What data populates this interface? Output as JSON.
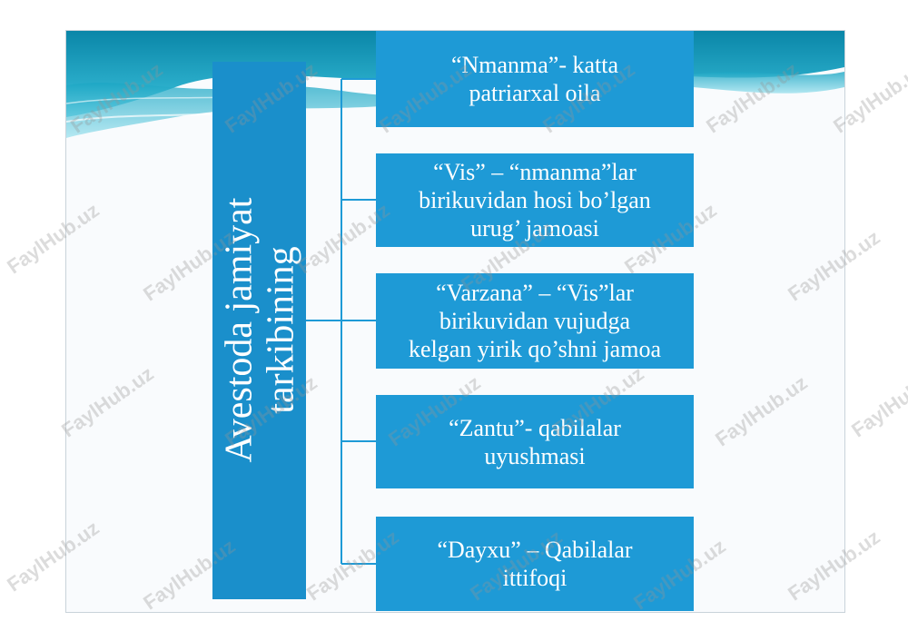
{
  "root": {
    "lines": [
      "Avestoda jamiyat",
      "tarkibining"
    ]
  },
  "items": [
    {
      "lines": [
        "“Nmanma”- katta",
        "patriarxal oila"
      ]
    },
    {
      "lines": [
        "“Vis” – “nmanma”lar",
        "birikuvidan hosi bo’lgan",
        "urug’ jamoasi"
      ]
    },
    {
      "lines": [
        "“Varzana” – “Vis”lar",
        "birikuvidan vujudga",
        "kelgan yirik qo’shni jamoa"
      ]
    },
    {
      "lines": [
        "“Zantu”- qabilalar",
        "uyushmasi"
      ]
    },
    {
      "lines": [
        "“Dayxu” – Qabilalar",
        "ittifoqi"
      ]
    }
  ],
  "watermark": {
    "text": "FaylHub.uz"
  },
  "colors": {
    "root_fill": "#1a8fcb",
    "item_fill": "#1e9ad6",
    "text": "#ffffff",
    "connector": "#1e9ad6"
  }
}
